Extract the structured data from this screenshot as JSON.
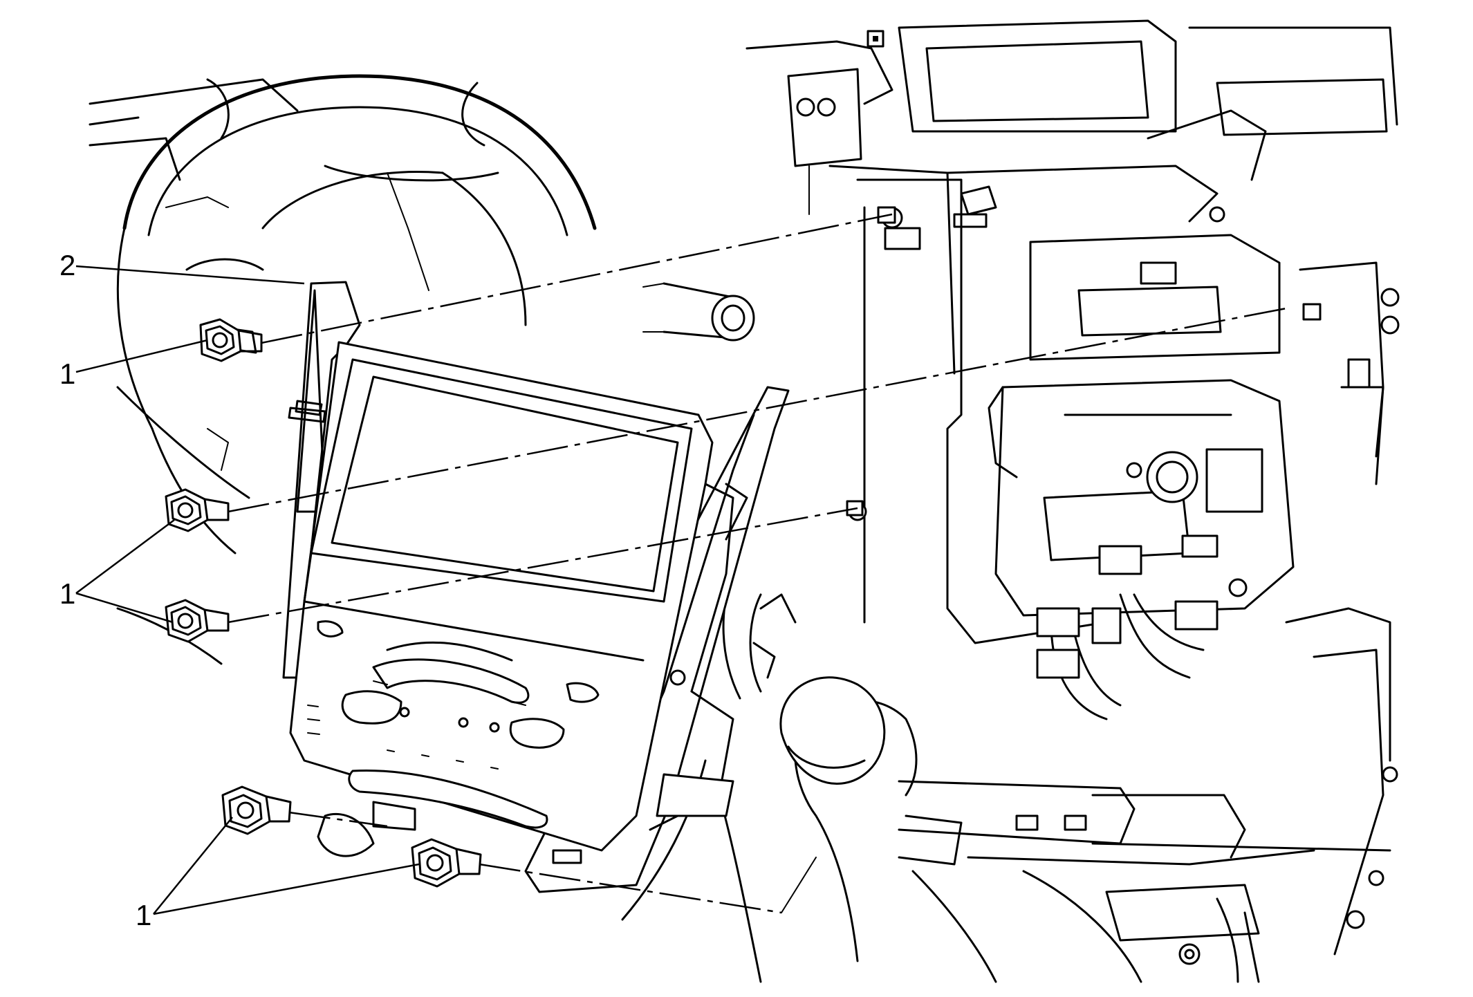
{
  "callouts": [
    {
      "id": "c2",
      "label": "2"
    },
    {
      "id": "c1a",
      "label": "1"
    },
    {
      "id": "c1b",
      "label": "1"
    },
    {
      "id": "c1c",
      "label": "1"
    }
  ]
}
